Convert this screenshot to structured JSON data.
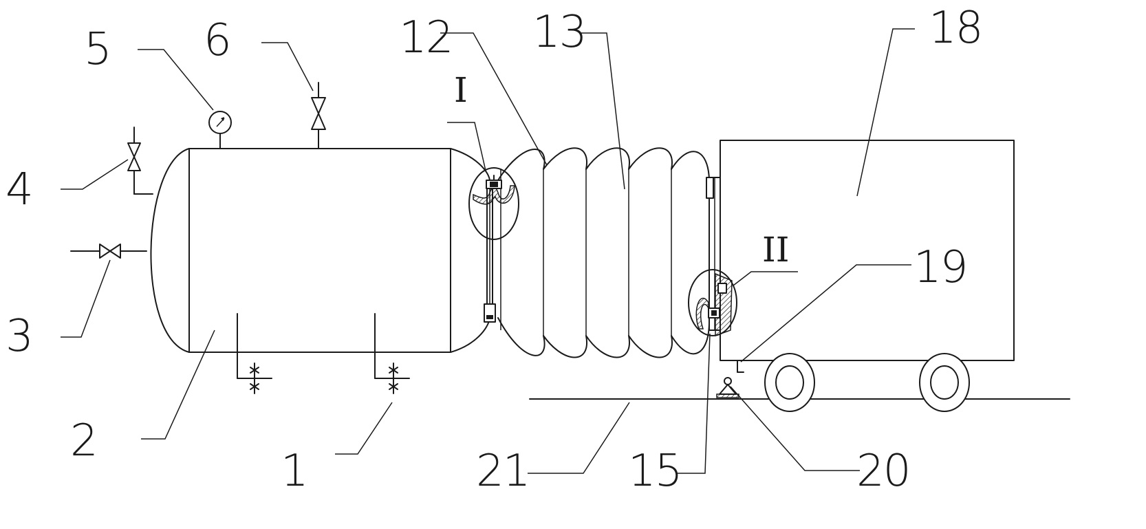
{
  "labels": {
    "n1": "1",
    "n2": "2",
    "n3": "3",
    "n4": "4",
    "n5": "5",
    "n6": "6",
    "n12": "12",
    "n13": "13",
    "n15": "15",
    "n18": "18",
    "n19": "19",
    "n20": "20",
    "n21": "21",
    "detail_1": "I",
    "detail_2": "II"
  }
}
